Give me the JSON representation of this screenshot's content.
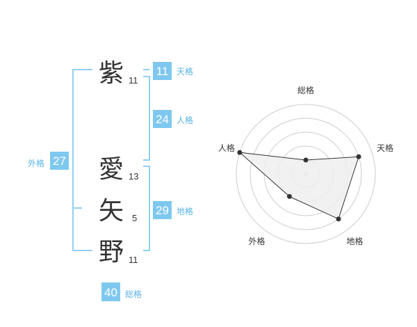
{
  "name_chars": [
    {
      "char": "紫",
      "strokes": "11"
    },
    {
      "char": "愛",
      "strokes": "13"
    },
    {
      "char": "矢",
      "strokes": "5"
    },
    {
      "char": "野",
      "strokes": "11"
    }
  ],
  "kaku": {
    "tenkaku": {
      "value": "11",
      "label": "天格"
    },
    "jinkaku": {
      "value": "24",
      "label": "人格"
    },
    "chikaku": {
      "value": "29",
      "label": "地格"
    },
    "gaikaku": {
      "value": "27",
      "label": "外格"
    },
    "soukaku": {
      "value": "40",
      "label": "総格"
    }
  },
  "colors": {
    "accent": "#7ec8f0",
    "accent_text": "#5bb3e6",
    "bracket": "#8fd0f2",
    "grid": "#cccccc",
    "polygon_fill": "#eeeeee",
    "polygon_stroke": "#333333"
  },
  "chart_data": {
    "type": "radar",
    "axes": [
      "総格",
      "天格",
      "地格",
      "外格",
      "人格"
    ],
    "values": [
      1,
      4,
      4,
      2,
      5
    ],
    "max": 5,
    "rings": 5
  }
}
